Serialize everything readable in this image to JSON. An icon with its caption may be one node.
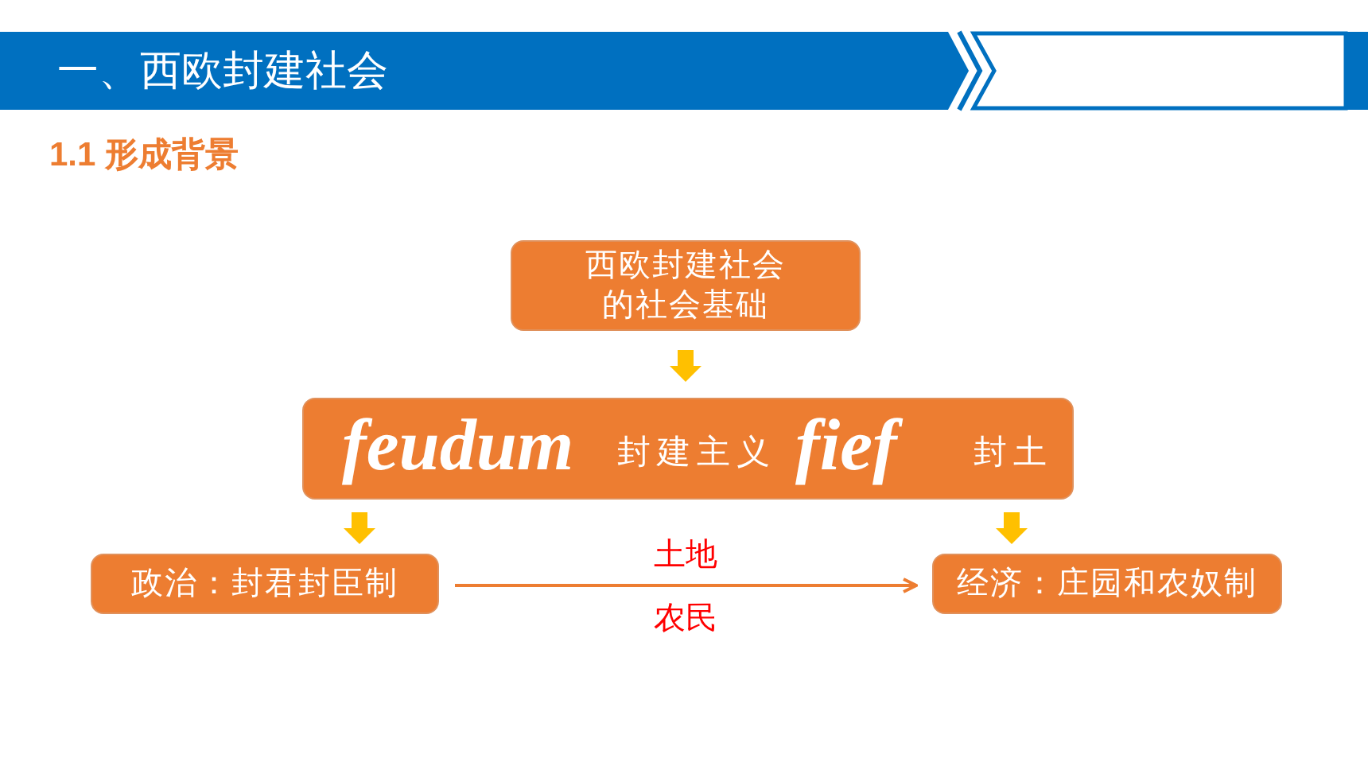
{
  "diagram": {
    "title": "一、西欧封建社会",
    "nodes": [
      {
        "text": [
          "西欧封建社会的社会基础"
        ]
      },
      {
        "text": [
          "feudum",
          "封建主义",
          "fief",
          "封土"
        ]
      },
      {
        "text": [
          "政治：封君封臣制"
        ]
      },
      {
        "text": [
          "经济：庄园和农奴制"
        ]
      }
    ],
    "edges": [
      {
        "from": 0,
        "to": 1,
        "arrow": "to"
      },
      {
        "from": 1,
        "to": 2,
        "arrow": "to"
      },
      {
        "from": 1,
        "to": 3,
        "arrow": "to"
      },
      {
        "from": 2,
        "to": 3,
        "arrow": "to",
        "label": "土地",
        "color": "#ed7d31"
      }
    ],
    "labels": [
      "1.1 形成背景",
      "农民"
    ]
  }
}
